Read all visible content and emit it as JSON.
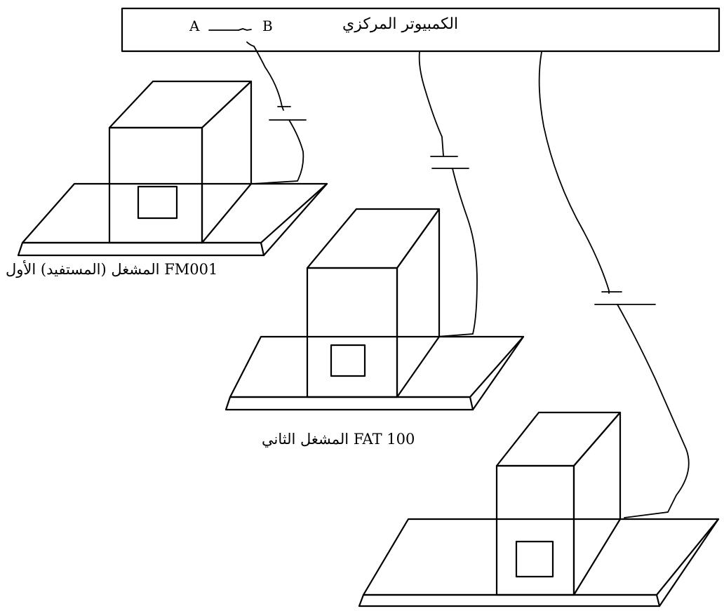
{
  "computer": {
    "label": "الكمبيوتر المركزي",
    "port_a": "A",
    "port_b": "B"
  },
  "operators": [
    {
      "label": "المشغل (المستفيد) الأول FM001"
    },
    {
      "label": "المشغل الثاني FAT 100"
    },
    {
      "label": ""
    }
  ]
}
